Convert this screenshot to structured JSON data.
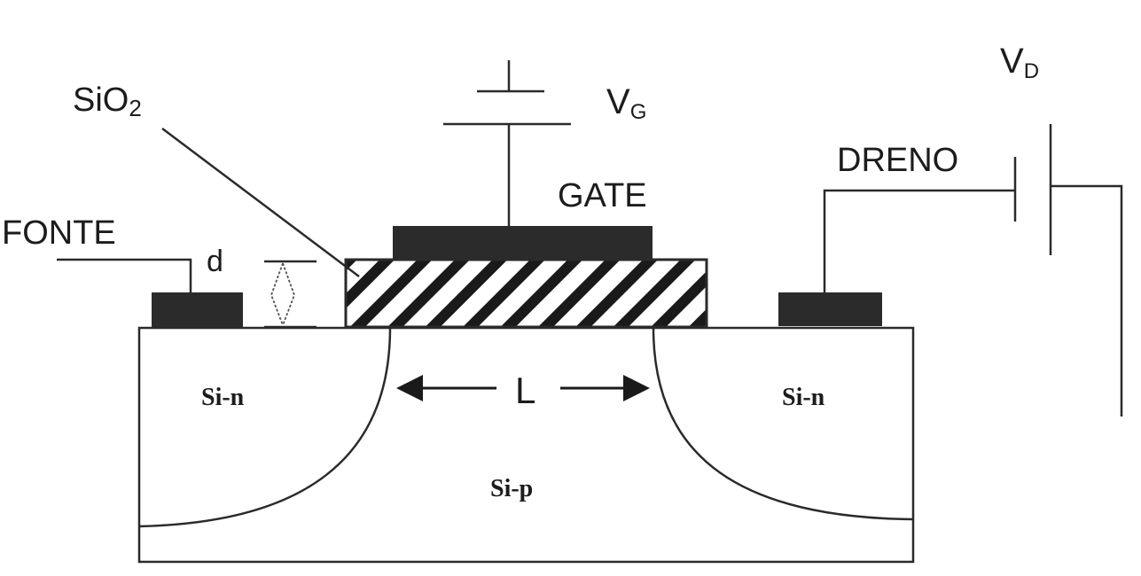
{
  "labels": {
    "sio2": {
      "main": "SiO",
      "sub": "2"
    },
    "vg": {
      "main": "V",
      "sub": "G"
    },
    "vd": {
      "main": "V",
      "sub": "D"
    },
    "gate": "GATE",
    "fonte": "FONTE",
    "dreno": "DRENO",
    "d": "d",
    "L": "L",
    "si_n_left": "Si-n",
    "si_n_right": "Si-n",
    "si_p": "Si-p"
  },
  "colors": {
    "line": "#2a2a2a",
    "metal": "#2b2b2b",
    "text": "#1c1c1c",
    "background": "#ffffff"
  }
}
